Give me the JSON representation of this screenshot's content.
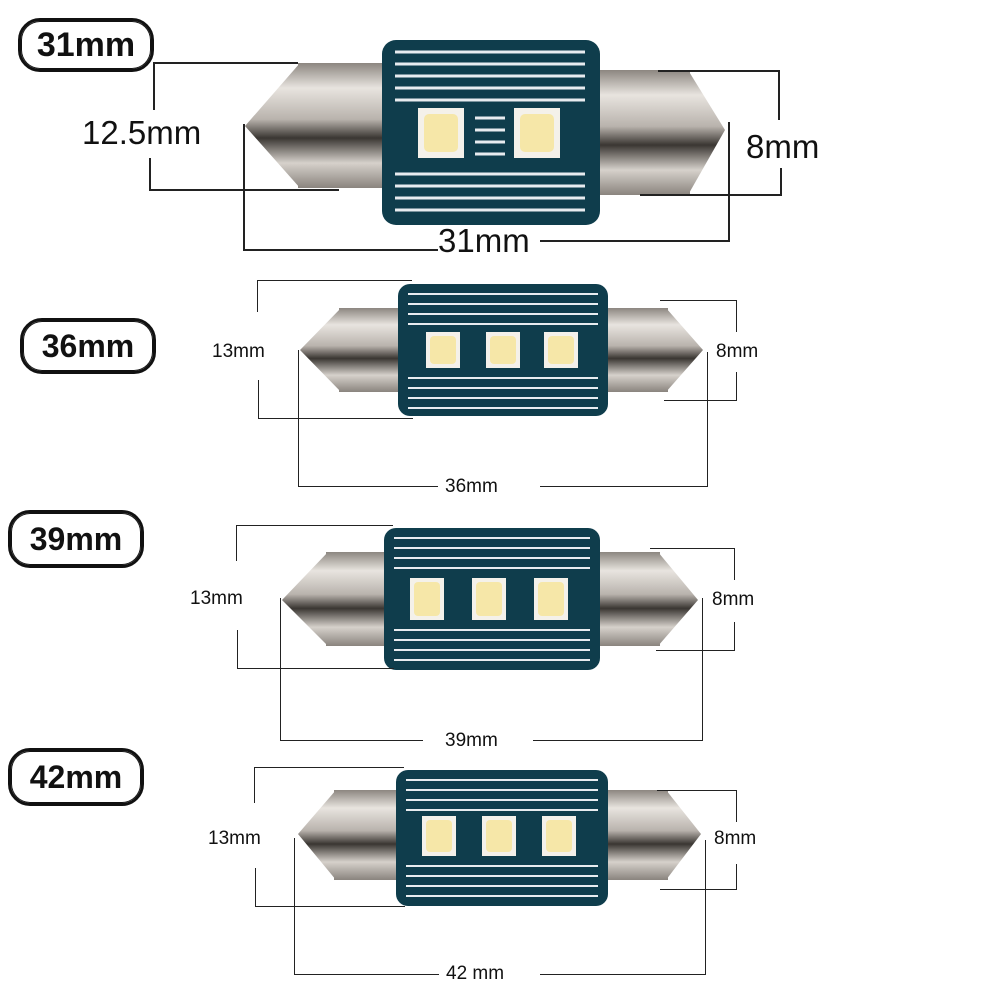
{
  "diagram": {
    "subject": "Festoon LED bulb sizes",
    "colors": {
      "pcb": "#0f3d4c",
      "pcb_stripe": "#e8ecef",
      "led": "#f6e7a8",
      "metal": "#c9c4be",
      "line": "#222222"
    },
    "bulbs": [
      {
        "size_badge": "31mm",
        "diameter_label": "12.5mm",
        "cap_label": "8mm",
        "length_label": "31mm",
        "led_count": 2
      },
      {
        "size_badge": "36mm",
        "diameter_label": "13mm",
        "cap_label": "8mm",
        "length_label": "36mm",
        "led_count": 3
      },
      {
        "size_badge": "39mm",
        "diameter_label": "13mm",
        "cap_label": "8mm",
        "length_label": "39mm",
        "led_count": 3
      },
      {
        "size_badge": "42mm",
        "diameter_label": "13mm",
        "cap_label": "8mm",
        "length_label": "42 mm",
        "led_count": 3
      }
    ]
  }
}
